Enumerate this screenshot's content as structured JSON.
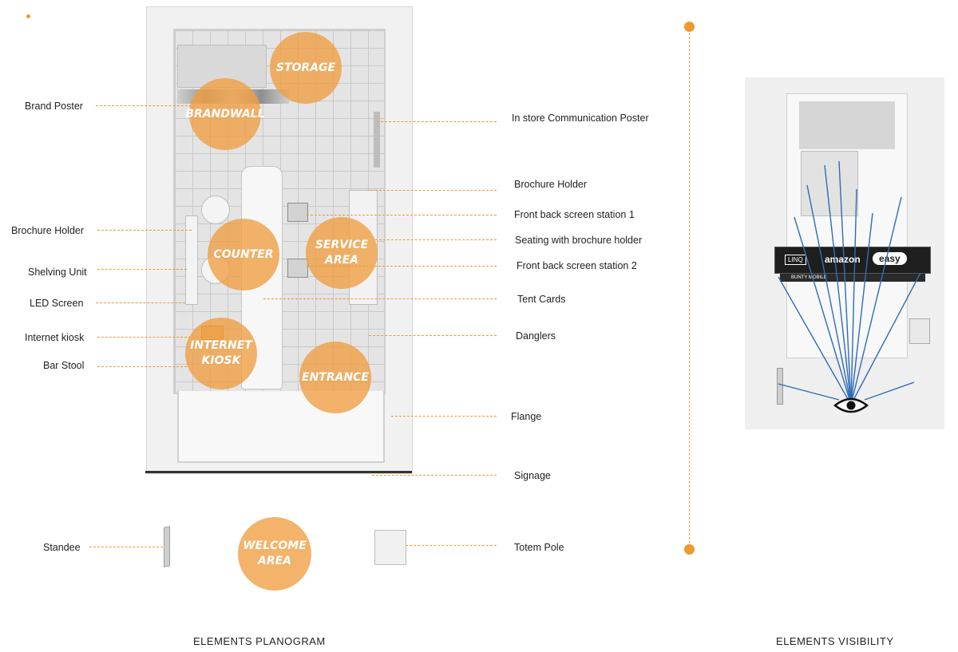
{
  "left_labels": {
    "brand_poster": "Brand Poster",
    "brochure_holder": "Brochure Holder",
    "shelving_unit": "Shelving Unit",
    "led_screen": "LED Screen",
    "internet_kiosk": "Internet kiosk",
    "bar_stool": "Bar Stool",
    "standee": "Standee"
  },
  "right_labels": {
    "communication_poster": "In store Communication Poster",
    "brochure_holder": "Brochure Holder",
    "front_back_1": "Front back screen station 1",
    "seating": "Seating with brochure holder",
    "front_back_2": "Front back screen station 2",
    "tent_cards": "Tent Cards",
    "danglers": "Danglers",
    "flange": "Flange",
    "signage": "Signage",
    "totem_pole": "Totem Pole"
  },
  "zones": {
    "storage": "STORAGE",
    "brandwall": "BRANDWALL",
    "counter": "COUNTER",
    "service_area": "SERVICE AREA",
    "internet_kiosk": "INTERNET KIOSK",
    "entrance": "ENTRANCE",
    "welcome_area": "WELCOME\nAREA"
  },
  "captions": {
    "planogram": "ELEMENTS PLANOGRAM",
    "visibility": "ELEMENTS VISIBILITY"
  },
  "storefront": {
    "brand_left": "amazon",
    "brand_right": "easy",
    "logo": "LINQ",
    "shop_name": "BUNTY MOBILE"
  },
  "colors": {
    "accent": "#ef9a2c",
    "zone_fill": "#ef9e40",
    "visibility_lines": "#2f6db5"
  }
}
